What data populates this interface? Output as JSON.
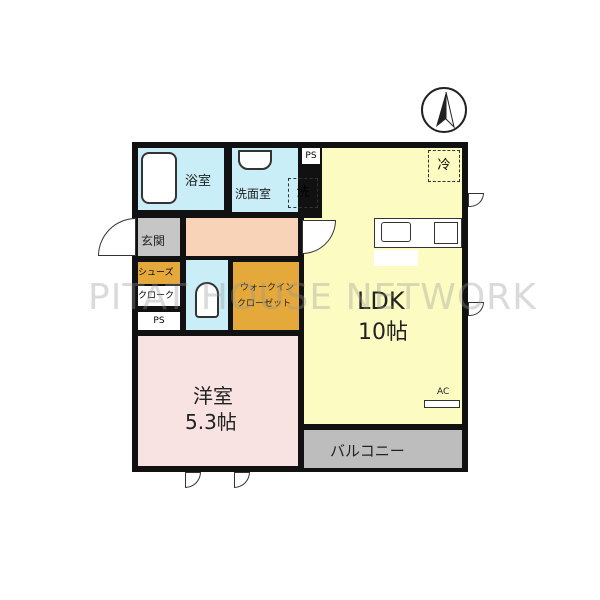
{
  "rooms": {
    "bath": "浴室",
    "washroom": "洗面室",
    "washer": "洗",
    "ps_top": "PS",
    "entrance": "玄関",
    "shoes": "シューズ",
    "cloak": "クローク",
    "ps_left": "PS",
    "walkin_1": "ウォークイン",
    "walkin_2": "クローゼット",
    "ldk_name": "LDK",
    "ldk_size": "10帖",
    "fridge": "冷",
    "ac": "AC",
    "western_name": "洋室",
    "western_size": "5.3帖",
    "balcony": "バルコニー"
  },
  "watermark": "PITAT HOUSE NETWORK",
  "colors": {
    "wet": "#c9eef7",
    "ldk": "#fcfcc2",
    "western": "#f8e2e2",
    "hall": "#f8d3b8",
    "storage": "#e4a93a",
    "entrance": "#c6c6c6",
    "balcony": "#bdbdbd"
  }
}
